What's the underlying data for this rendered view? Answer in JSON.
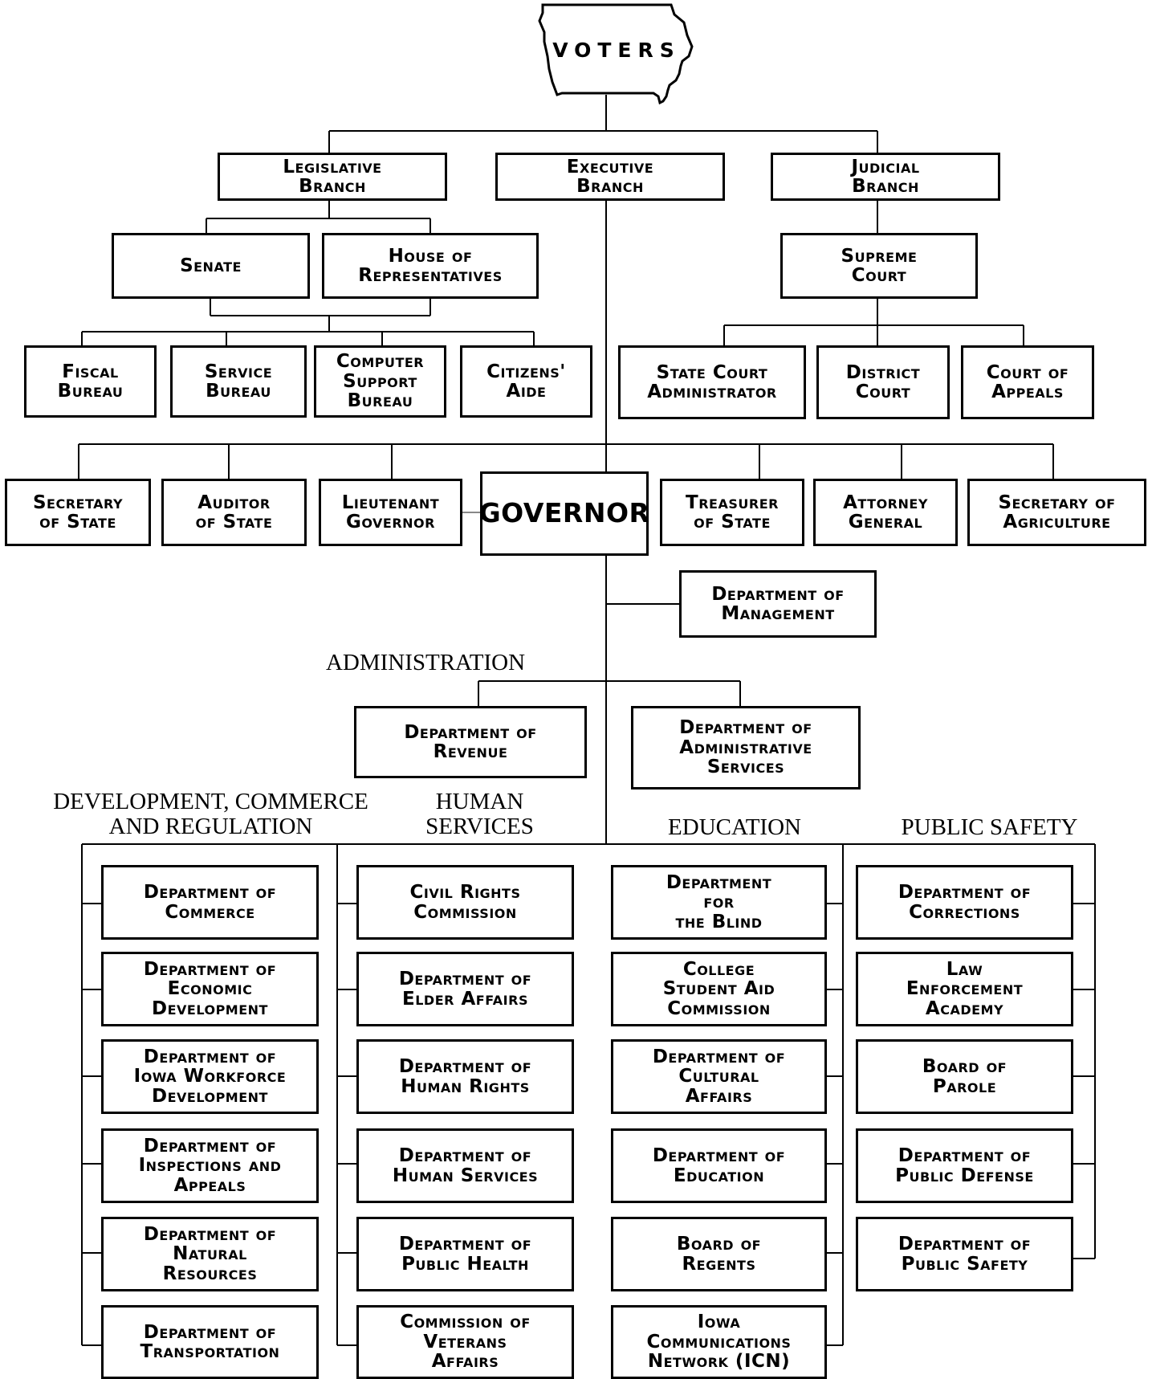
{
  "voters": "VOTERS",
  "branches": {
    "legislative": "Legislative\nBranch",
    "executive": "Executive\nBranch",
    "judicial": "Judicial\nBranch"
  },
  "legislative": {
    "senate": "Senate",
    "house": "House of\nRepresentatives",
    "fiscal_bureau": "Fiscal\nBureau",
    "service_bureau": "Service\nBureau",
    "computer_support_bureau": "Computer\nSupport\nBureau",
    "citizens_aide": "Citizens'\nAide"
  },
  "judicial": {
    "supreme_court": "Supreme\nCourt",
    "state_court_administrator": "State Court\nAdministrator",
    "district_court": "District\nCourt",
    "court_of_appeals": "Court of\nAppeals"
  },
  "executive": {
    "secretary_of_state": "Secretary\nof State",
    "auditor_of_state": "Auditor\nof State",
    "lieutenant_governor": "Lieutenant\nGovernor",
    "governor": "GOVERNOR",
    "treasurer_of_state": "Treasurer\nof State",
    "attorney_general": "Attorney\nGeneral",
    "secretary_of_agriculture": "Secretary of\nAgriculture",
    "department_of_management": "Department of\nManagement"
  },
  "administration": {
    "label": "ADMINISTRATION",
    "revenue": "Department of\nRevenue",
    "administrative_services": "Department of\nAdministrative\nServices"
  },
  "categories": {
    "development": "DEVELOPMENT, COMMERCE\nAND REGULATION",
    "human_services": "HUMAN\nSERVICES",
    "education": "EDUCATION",
    "public_safety": "PUBLIC SAFETY"
  },
  "development_depts": [
    "Department of\nCommerce",
    "Department of\nEconomic\nDevelopment",
    "Department of\nIowa Workforce\nDevelopment",
    "Department of\nInspections and\nAppeals",
    "Department of\nNatural\nResources",
    "Department of\nTransportation"
  ],
  "human_services_depts": [
    "Civil Rights\nCommission",
    "Department of\nElder Affairs",
    "Department of\nHuman Rights",
    "Department of\nHuman Services",
    "Department of\nPublic Health",
    "Commission of\nVeterans\nAffairs"
  ],
  "education_depts": [
    "Department\nfor\nthe Blind",
    "College\nStudent Aid\nCommission",
    "Department of\nCultural\nAffairs",
    "Department of\nEducation",
    "Board of\nRegents",
    "Iowa\nCommunications\nNetwork (ICN)"
  ],
  "public_safety_depts": [
    "Department of\nCorrections",
    "Law\nEnforcement\nAcademy",
    "Board of\nParole",
    "Department of\nPublic Defense",
    "Department of\nPublic Safety"
  ]
}
